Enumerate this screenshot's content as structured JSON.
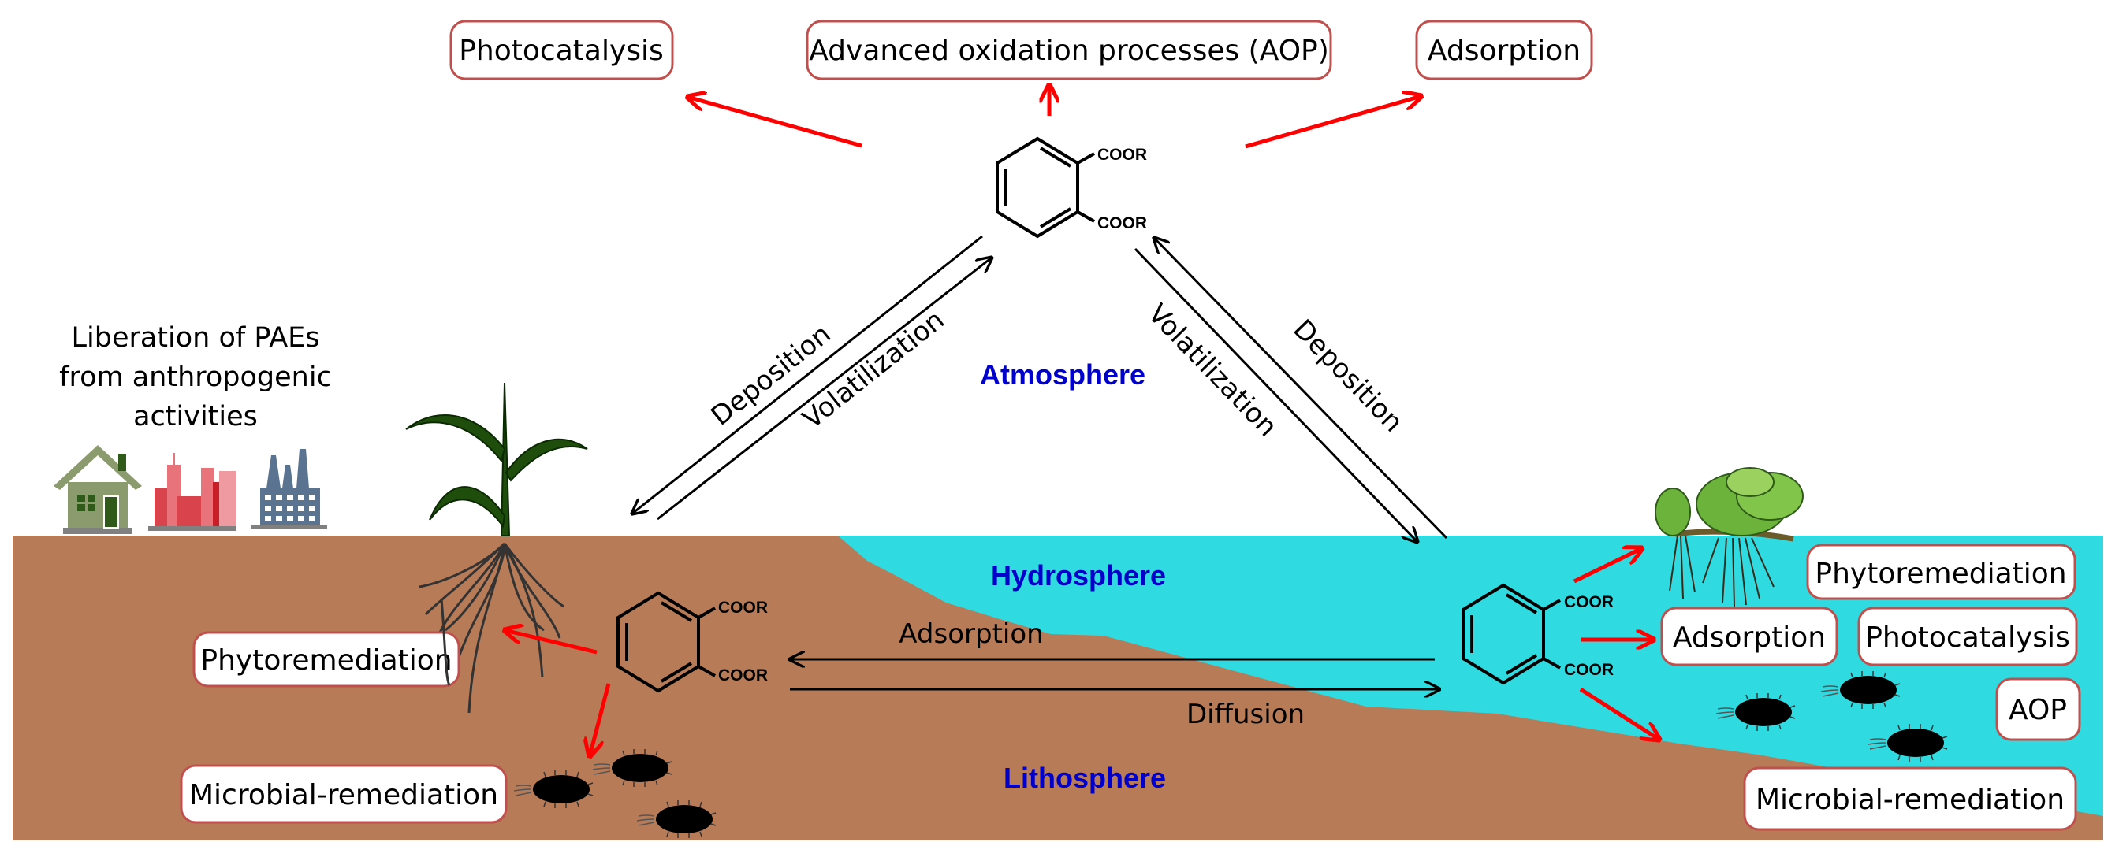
{
  "colors": {
    "soil": "#b87b58",
    "water": "#2fdbe1",
    "box_border": "#c0504d",
    "red_arrow": "#ff0000",
    "sphere_label": "#0000cc",
    "plant_green": "#1f4d0b",
    "lettuce_green": "#6bb33a"
  },
  "intro": {
    "lines": [
      "Liberation of PAEs",
      "from anthropogenic",
      "activities"
    ],
    "icons": [
      "house-icon",
      "city-buildings-icon",
      "factory-icon"
    ]
  },
  "atmosphere": {
    "label": "Atmosphere",
    "molecule": {
      "substituent_top": "COOR",
      "substituent_bottom": "COOR"
    },
    "treatments": [
      {
        "id": "photocatalysis",
        "label": "Photocatalysis"
      },
      {
        "id": "aop",
        "label": "Advanced oxidation processes (AOP)"
      },
      {
        "id": "adsorption",
        "label": "Adsorption"
      }
    ]
  },
  "exchange": {
    "left": {
      "down_label": "Deposition",
      "up_label": "Volatilization"
    },
    "right": {
      "down_label": "Volatilization",
      "up_label": "Deposition"
    },
    "soil_water": {
      "to_soil_label": "Adsorption",
      "to_water_label": "Diffusion"
    }
  },
  "lithosphere": {
    "label": "Lithosphere",
    "molecule": {
      "substituent_top": "COOR",
      "substituent_bottom": "COOR"
    },
    "treatments": [
      {
        "id": "phytoremediation",
        "label": "Phytoremediation"
      },
      {
        "id": "microbial",
        "label": "Microbial-remediation"
      }
    ]
  },
  "hydrosphere": {
    "label": "Hydrosphere",
    "molecule": {
      "substituent_top": "COOR",
      "substituent_bottom": "COOR"
    },
    "treatments": [
      {
        "id": "phytoremediation",
        "label": "Phytoremediation"
      },
      {
        "id": "adsorption",
        "label": "Adsorption"
      },
      {
        "id": "photocatalysis",
        "label": "Photocatalysis"
      },
      {
        "id": "aop",
        "label": "AOP"
      },
      {
        "id": "microbial",
        "label": "Microbial-remediation"
      }
    ]
  }
}
